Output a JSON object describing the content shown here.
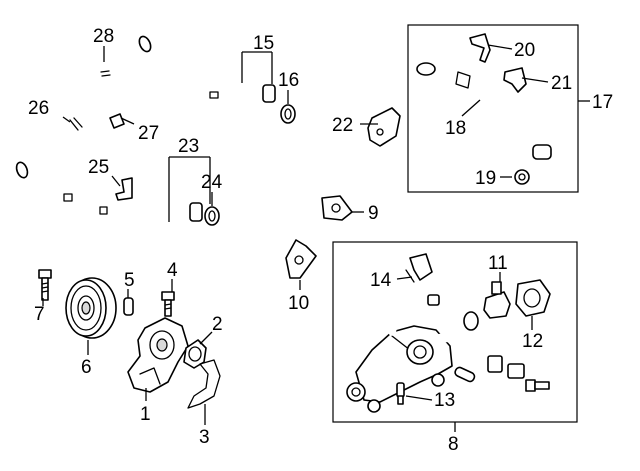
{
  "callouts": {
    "c1": "1",
    "c2": "2",
    "c3": "3",
    "c4": "4",
    "c5": "5",
    "c6": "6",
    "c7": "7",
    "c8": "8",
    "c9": "9",
    "c10": "10",
    "c11": "11",
    "c12": "12",
    "c13": "13",
    "c14": "14",
    "c15": "15",
    "c16": "16",
    "c17": "17",
    "c18": "18",
    "c19": "19",
    "c20": "20",
    "c21": "21",
    "c22": "22",
    "c23": "23",
    "c24": "24",
    "c25": "25",
    "c26": "26",
    "c27": "27",
    "c28": "28"
  },
  "colors": {
    "line": "#000000",
    "background": "#ffffff",
    "shade": "#d9d9d9"
  }
}
